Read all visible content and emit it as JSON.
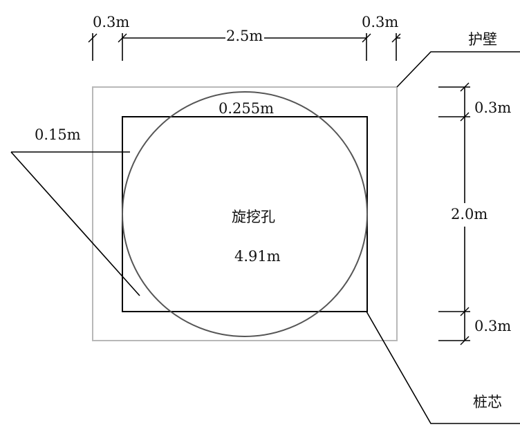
{
  "labels": {
    "top_left_width": "0.3m",
    "top_middle_width": "2.5m",
    "top_right_width": "0.3m",
    "retaining_wall": "护壁",
    "pile_core": "桩芯",
    "right_top_height": "0.3m",
    "right_middle_height": "2.0m",
    "right_bottom_height": "0.3m",
    "inner_top_gap": "0.255m",
    "left_gap": "0.15m",
    "hole_name": "旋挖孔",
    "hole_value": "4.91m"
  },
  "colors": {
    "outer_wall": "#b8b8b8",
    "inner_core": "#000000",
    "circle": "#555555",
    "lines": "#000000",
    "text": "#111111"
  }
}
